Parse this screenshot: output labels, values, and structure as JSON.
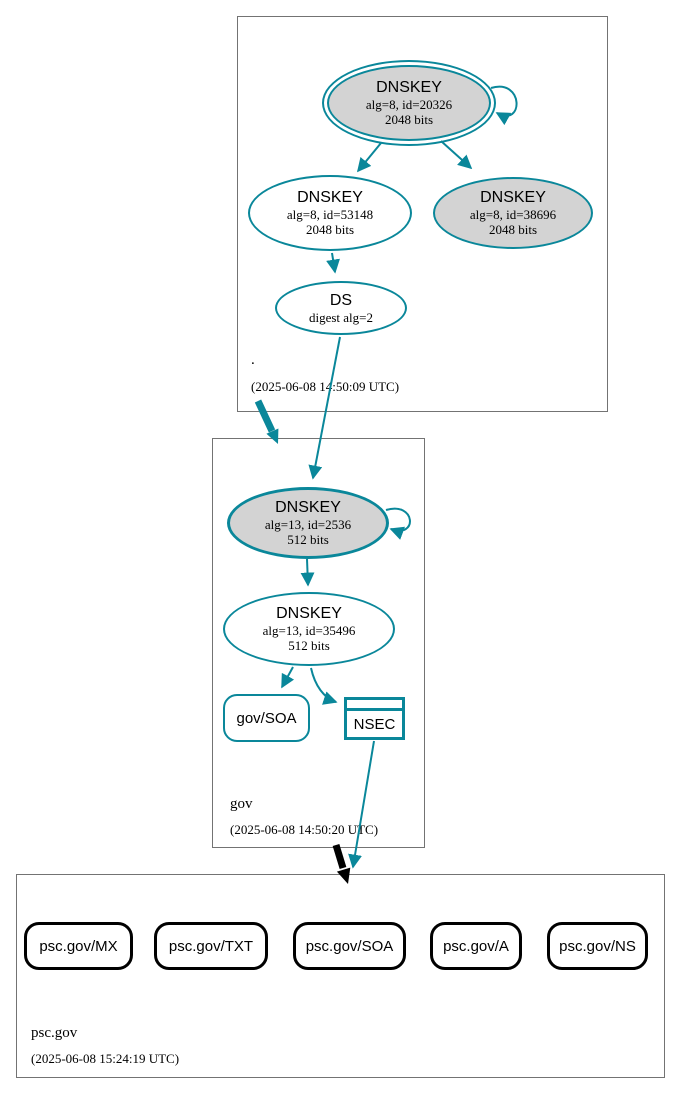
{
  "title": "DNSSEC authentication chain graph",
  "colors": {
    "secure_teal": "#0a879a",
    "insecure_black": "#000000",
    "ksk_fill_gray": "#d3d3d3",
    "node_fill": "#ffffff",
    "zone_box_border": "#737373"
  },
  "zones": {
    "root": {
      "name": ".",
      "timestamp": "(2025-06-08 14:50:09 UTC)",
      "nodes": {
        "ksk20326": {
          "title": "DNSKEY",
          "detail": "alg=8, id=20326",
          "bits": "2048 bits"
        },
        "zsk53148": {
          "title": "DNSKEY",
          "detail": "alg=8, id=53148",
          "bits": "2048 bits"
        },
        "key38696": {
          "title": "DNSKEY",
          "detail": "alg=8, id=38696",
          "bits": "2048 bits"
        },
        "ds": {
          "title": "DS",
          "detail": "digest alg=2"
        }
      }
    },
    "gov": {
      "name": "gov",
      "timestamp": "(2025-06-08 14:50:20 UTC)",
      "nodes": {
        "ksk2536": {
          "title": "DNSKEY",
          "detail": "alg=13, id=2536",
          "bits": "512 bits"
        },
        "zsk35496": {
          "title": "DNSKEY",
          "detail": "alg=13, id=35496",
          "bits": "512 bits"
        },
        "soa": {
          "label": "gov/SOA"
        },
        "nsec": {
          "label": "NSEC"
        }
      }
    },
    "psc_gov": {
      "name": "psc.gov",
      "timestamp": "(2025-06-08 15:24:19 UTC)",
      "rrsets": [
        {
          "label": "psc.gov/MX"
        },
        {
          "label": "psc.gov/TXT"
        },
        {
          "label": "psc.gov/SOA"
        },
        {
          "label": "psc.gov/A"
        },
        {
          "label": "psc.gov/NS"
        }
      ]
    }
  }
}
